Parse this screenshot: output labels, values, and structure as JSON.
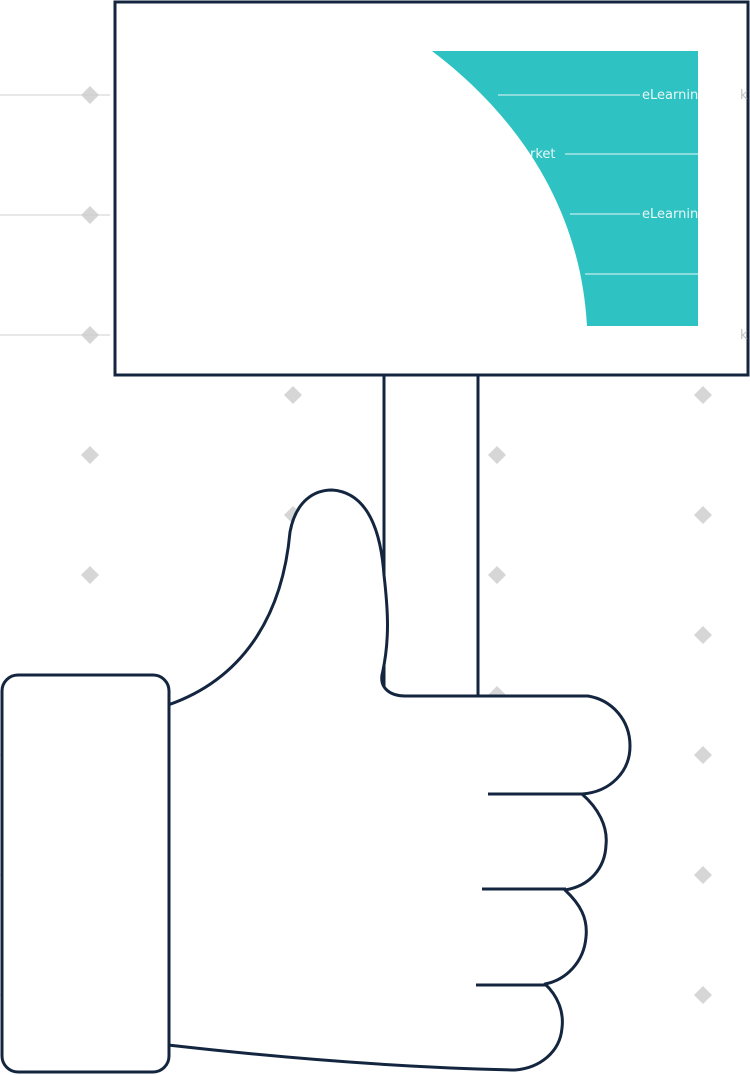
{
  "illustration": {
    "subject": "hand holding a blank sign (thumbs up)",
    "colors": {
      "outline": "#14263f",
      "fill": "#ffffff",
      "accent": "#2ec2c2",
      "watermark_diamond": "#d6d6d6",
      "watermark_line": "#cfcfcf",
      "watermark_text": "#c4c4c4"
    }
  },
  "watermark": {
    "brand": "eLearningmarket",
    "fragments": {
      "f1": "eLearnin",
      "f2": "rket",
      "f3": "eLearnin",
      "f4": "k",
      "f5": "k"
    }
  }
}
